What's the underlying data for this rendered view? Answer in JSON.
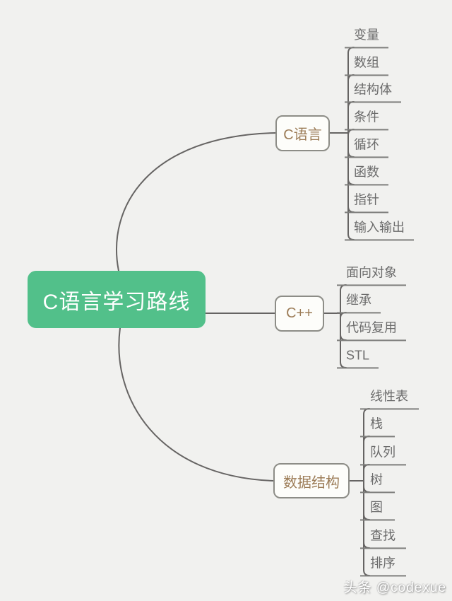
{
  "page": {
    "background_color": "#f1f1ef",
    "watermark": "头条 @codexue"
  },
  "root": {
    "label": "C语言学习路线",
    "fill_color": "#52c08a",
    "text_color": "#ffffff"
  },
  "branches": [
    {
      "label": "C语言",
      "children": [
        "变量",
        "数组",
        "结构体",
        "条件",
        "循环",
        "函数",
        "指针",
        "输入输出"
      ]
    },
    {
      "label": "C++",
      "children": [
        "面向对象",
        "继承",
        "代码复用",
        "STL"
      ]
    },
    {
      "label": "数据结构",
      "children": [
        "线性表",
        "栈",
        "队列",
        "树",
        "图",
        "查找",
        "排序"
      ]
    }
  ],
  "colors": {
    "connector_line": "#666463",
    "leaf_underline": "#7e7e7c",
    "leaf_text": "#6b6b6b",
    "branch_border": "#8d8d87",
    "branch_fill": "#fdfdfa",
    "branch_text": "#9c7c57"
  }
}
